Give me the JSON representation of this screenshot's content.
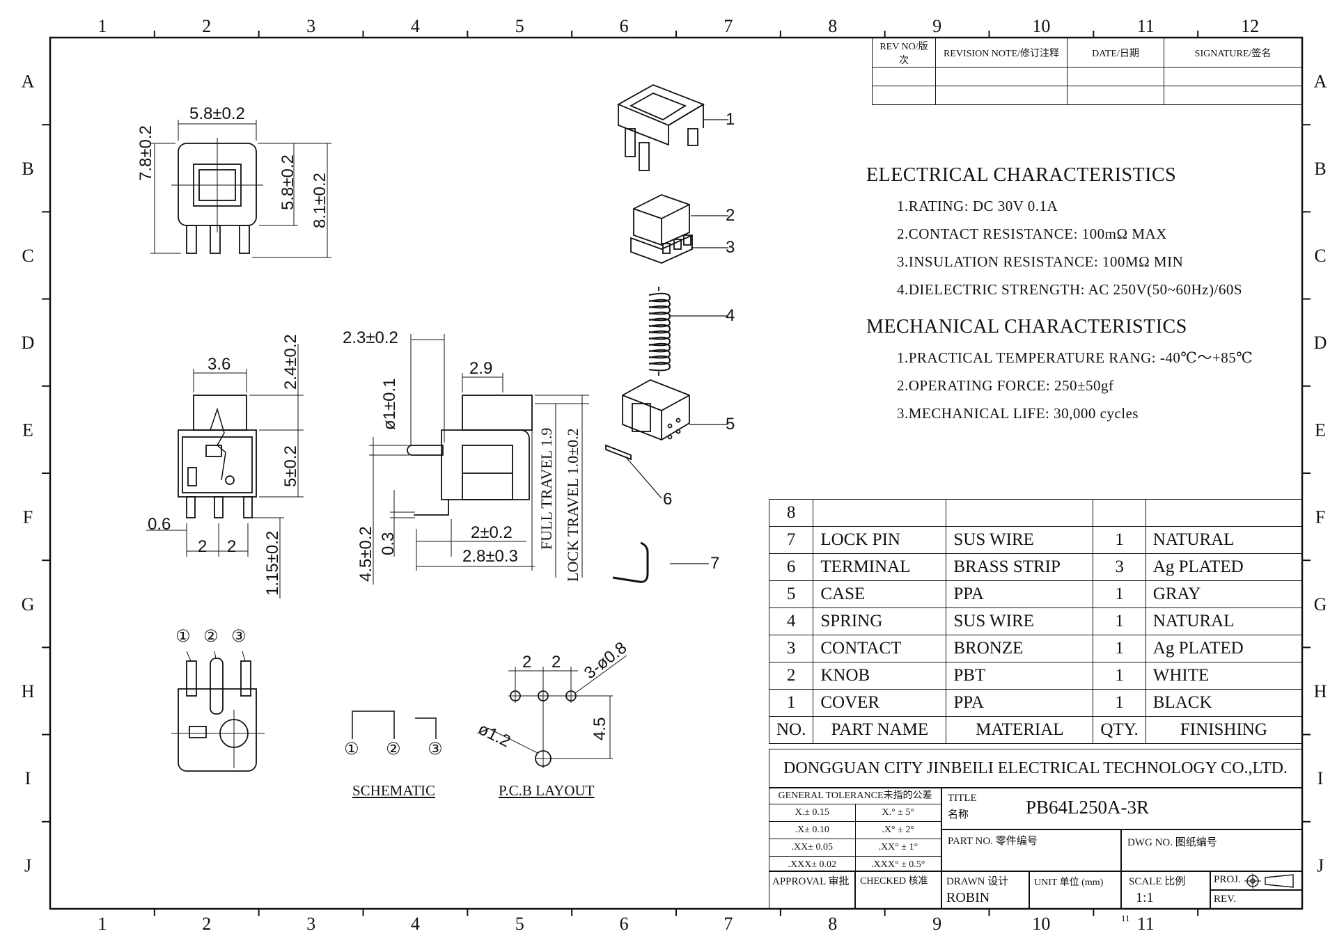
{
  "grid": {
    "columns": [
      "1",
      "2",
      "3",
      "4",
      "5",
      "6",
      "7",
      "8",
      "9",
      "10",
      "11",
      "12"
    ],
    "columns_bottom": [
      "1",
      "2",
      "3",
      "4",
      "5",
      "6",
      "7",
      "8",
      "9",
      "10",
      "11"
    ],
    "rows": [
      "A",
      "B",
      "C",
      "D",
      "E",
      "F",
      "G",
      "H",
      "I",
      "J"
    ]
  },
  "revision_table": {
    "headers": [
      "REV NO/版次",
      "REVISION NOTE/修订注释",
      "DATE/日期",
      "SIGNATURE/签名"
    ]
  },
  "electrical": {
    "heading": "ELECTRICAL CHARACTERISTICS",
    "items": [
      "1.RATING: DC 30V 0.1A",
      "2.CONTACT RESISTANCE: 100mΩ MAX",
      "3.INSULATION RESISTANCE: 100MΩ MIN",
      "4.DIELECTRIC STRENGTH: AC 250V(50~60Hz)/60S"
    ]
  },
  "mechanical": {
    "heading": "MECHANICAL CHARACTERISTICS",
    "items": [
      "1.PRACTICAL TEMPERATURE RANG: -40℃～+85℃",
      "2.OPERATING FORCE: 250±50gf",
      "3.MECHANICAL LIFE: 30,000 cycles"
    ]
  },
  "dimensions": {
    "top_width": "5.8±0.2",
    "top_height_left": "7.8±0.2",
    "top_inner": "5.8±0.2",
    "top_total": "8.1±0.2",
    "side_3_6": "3.6",
    "side_2_4": "2.4±0.2",
    "side_5": "5±0.2",
    "side_0_6": "0.6",
    "side_2a": "2",
    "side_2b": "2",
    "side_1_15": "1.15±0.2",
    "front_2_3": "2.3±0.2",
    "front_2_9": "2.9",
    "front_d1": "ø1±0.1",
    "front_full": "FULL TRAVEL 1.9",
    "front_lock": "LOCK TRAVEL 1.0±0.2",
    "front_4_5": "4.5±0.2",
    "front_0_3": "0.3",
    "front_2": "2±0.2",
    "front_2_8": "2.8±0.3",
    "pcb_2a": "2",
    "pcb_2b": "2",
    "pcb_holes": "3-ø0.8",
    "pcb_d12": "ø1.2",
    "pcb_4_5": "4.5"
  },
  "part_callouts": [
    "1",
    "2",
    "3",
    "4",
    "5",
    "6",
    "7"
  ],
  "pins": [
    "①",
    "②",
    "③"
  ],
  "labels": {
    "schematic": "SCHEMATIC",
    "pcb": "P.C.B LAYOUT"
  },
  "bom": {
    "rows": [
      [
        "8",
        "",
        "",
        "",
        ""
      ],
      [
        "7",
        "LOCK PIN",
        "SUS WIRE",
        "1",
        "NATURAL"
      ],
      [
        "6",
        "TERMINAL",
        "BRASS STRIP",
        "3",
        "Ag PLATED"
      ],
      [
        "5",
        "CASE",
        "PPA",
        "1",
        "GRAY"
      ],
      [
        "4",
        "SPRING",
        "SUS WIRE",
        "1",
        "NATURAL"
      ],
      [
        "3",
        "CONTACT",
        "BRONZE",
        "1",
        "Ag PLATED"
      ],
      [
        "2",
        "KNOB",
        "PBT",
        "1",
        "WHITE"
      ],
      [
        "1",
        "COVER",
        "PPA",
        "1",
        "BLACK"
      ]
    ],
    "headers": [
      "NO.",
      "PART NAME",
      "MATERIAL",
      "QTY.",
      "FINISHING"
    ]
  },
  "title_block": {
    "company": "DONGGUAN CITY JINBEILI ELECTRICAL TECHNOLOGY CO.,LTD.",
    "tolerance_heading": "GENERAL TOLERANCE未指的公差",
    "tolerances": [
      [
        "X.± 0.15",
        "X.° ± 5°"
      ],
      [
        ".X± 0.10",
        ".X° ± 2°"
      ],
      [
        ".XX± 0.05",
        ".XX° ± 1°"
      ],
      [
        ".XXX± 0.02",
        ".XXX° ± 0.5°"
      ]
    ],
    "title_label": "TITLE",
    "title_label_cn": "名称",
    "title_value": "PB64L250A-3R",
    "part_no_label": "PART NO. 零件编号",
    "dwg_no_label": "DWG NO. 图纸编号",
    "approval_label": "APPROVAL 审批",
    "checked_label": "CHECKED 核准",
    "drawn_label": "DRAWN 设计",
    "drawn_value": "ROBIN",
    "unit_label": "UNIT 单位 (mm)",
    "scale_label": "SCALE 比例",
    "scale_value": "1:1",
    "proj_label": "PROJ.",
    "rev_label": "REV.",
    "sheet_number": "11"
  }
}
